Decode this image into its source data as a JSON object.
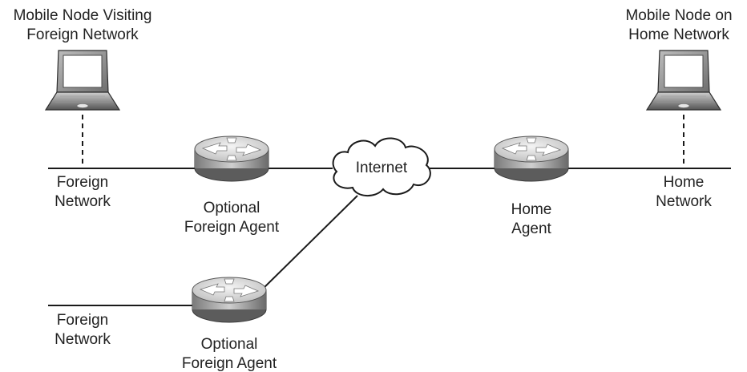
{
  "labels": {
    "mobile_visiting": [
      "Mobile Node Visiting",
      "Foreign Network"
    ],
    "mobile_home": [
      "Mobile Node on",
      "Home Network"
    ],
    "foreign_network_top": [
      "Foreign",
      "Network"
    ],
    "foreign_network_bottom": [
      "Foreign",
      "Network"
    ],
    "home_network": [
      "Home",
      "Network"
    ],
    "fa_top": [
      "Optional",
      "Foreign Agent"
    ],
    "fa_bottom": [
      "Optional",
      "Foreign Agent"
    ],
    "home_agent": [
      "Home",
      "Agent"
    ],
    "internet": "Internet"
  },
  "icons": [
    "laptop-icon",
    "router-icon",
    "cloud-icon"
  ],
  "colors": {
    "line": "#1a1a1a",
    "text": "#222222",
    "router_light": "#e4e4e4",
    "router_dark": "#6f6f6f"
  }
}
